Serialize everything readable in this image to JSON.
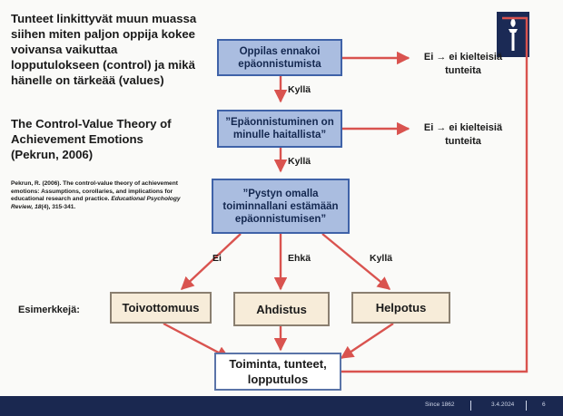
{
  "intro": {
    "line1": "Tunteet linkittyvät muun muassa siihen miten paljon oppija kokee voivansa ",
    "bold1": "vaikuttaa",
    "line2": " lopputulokseen (control) ja mikä hänelle on ",
    "bold2": "tärkeää",
    "line3": " (values)"
  },
  "theory": {
    "title": "The Control-Value Theory of Achievement Emotions",
    "author": "(Pekrun, 2006)"
  },
  "reference": {
    "text1": "Pekrun, R. (2006). The control-value theory of achievement emotions: Assumptions, corollaries, and implications for educational research and practice. ",
    "journal": "Educational Psychology Review, 18",
    "text2": "(4), 315-341."
  },
  "flow": {
    "box1": "Oppilas ennakoi epäonnistumista",
    "box2": "”Epäonnistuminen on minulle haitallista”",
    "box3": "”Pystyn omalla toiminnallani estämään epäonnistumisen”",
    "yes1": "Kyllä",
    "yes2": "Kyllä",
    "side1": "Ei → ei kielteisiä tunteita",
    "side2": "Ei → ei kielteisiä tunteita",
    "branch_no": "Ei",
    "branch_maybe": "Ehkä",
    "branch_yes": "Kyllä",
    "examples_label": "Esimerkkejä:",
    "emotion1": "Toivottomuus",
    "emotion2": "Ahdistus",
    "emotion3": "Helpotus",
    "outcome": "Toiminta, tunteet, lopputulos"
  },
  "colors": {
    "arrow": "#d9534f",
    "blue_box": "#aabde0",
    "beige_box": "#f7ecd9",
    "footer": "#1a2850"
  },
  "logo": {
    "icon": "torch-icon"
  },
  "footer": {
    "since": "Since 1862",
    "date": "3.4.2024",
    "page": "6"
  }
}
